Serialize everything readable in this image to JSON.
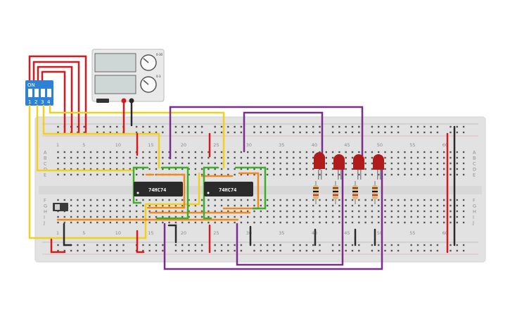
{
  "breadboard": {
    "column_labels": [
      "1",
      "5",
      "10",
      "15",
      "20",
      "25",
      "30",
      "35",
      "40",
      "45",
      "50",
      "55",
      "60"
    ],
    "row_labels_top": [
      "A",
      "B",
      "C",
      "D",
      "E"
    ],
    "row_labels_bottom": [
      "F",
      "G",
      "H",
      "I",
      "J"
    ]
  },
  "chips": [
    {
      "label": "74HC74"
    },
    {
      "label": "74HC74"
    }
  ],
  "dip_switch": {
    "on_label": "ON",
    "position_labels": [
      "1",
      "2",
      "3",
      "4"
    ]
  },
  "power_supply": {
    "knob_labels": [
      "0-30",
      "0-3"
    ]
  },
  "leds": {
    "count": 4,
    "color": "#b01c1c"
  },
  "colors": {
    "board": "#e2e2e2",
    "wire_red": "#d7191f",
    "wire_yellow": "#f1d01f",
    "wire_purple": "#7b2d8e",
    "wire_green": "#3fae2a",
    "wire_orange": "#f08a1c",
    "wire_black": "#2b2b2b",
    "switch_blue": "#2d82d6"
  }
}
